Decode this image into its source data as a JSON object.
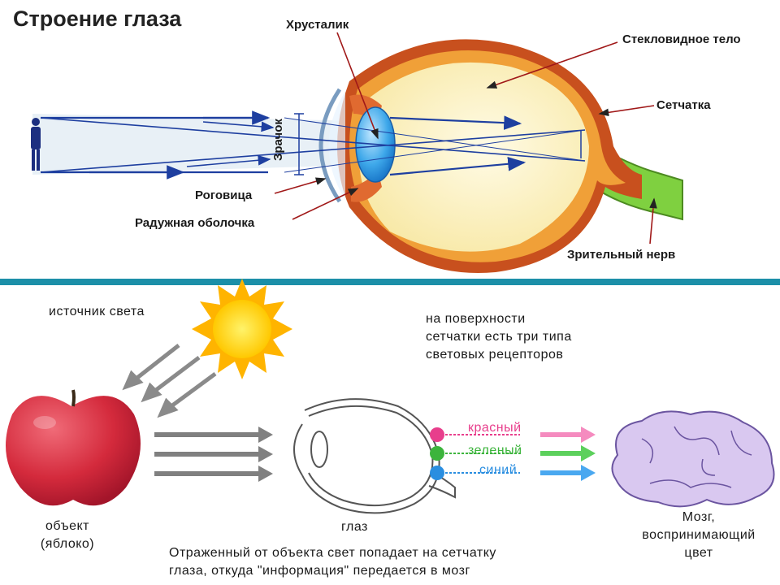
{
  "top": {
    "title": "Строение глаза",
    "labels": {
      "lens": "Хрусталик",
      "vitreous": "Стекловидное тело",
      "retina": "Сетчатка",
      "pupil": "Зрачок",
      "cornea": "Роговица",
      "iris": "Радужная оболочка",
      "nerve": "Зрительный нерв"
    }
  },
  "bottom": {
    "light_source": "источник света",
    "receptors_note": [
      "на поверхности",
      "сетчатки есть три типа",
      "световых рецепторов"
    ],
    "receptors": [
      {
        "label": "красный",
        "color": "#e83e8c"
      },
      {
        "label": "зеленый",
        "color": "#3cb43c"
      },
      {
        "label": "синий",
        "color": "#2a8ee0"
      }
    ],
    "object_label": [
      "объект",
      "(яблоко)"
    ],
    "eye_label": "глаз",
    "brain_label": [
      "Мозг,",
      "воспринимающий",
      "цвет"
    ],
    "caption": [
      "Отраженный от объекта свет попадает на сетчатку",
      "глаза, откуда \"информация\" передается в мозг"
    ]
  },
  "colors": {
    "divider": "#1c8fa8",
    "ray": "#1e3fa0",
    "sclera": "#c8501e",
    "vitreous": "#fff6c8",
    "lens": "#2e9be0",
    "nerve": "#7fd040",
    "apple": "#d42a3c",
    "sun": "#ffd400",
    "brain": "#d9c8f0"
  }
}
